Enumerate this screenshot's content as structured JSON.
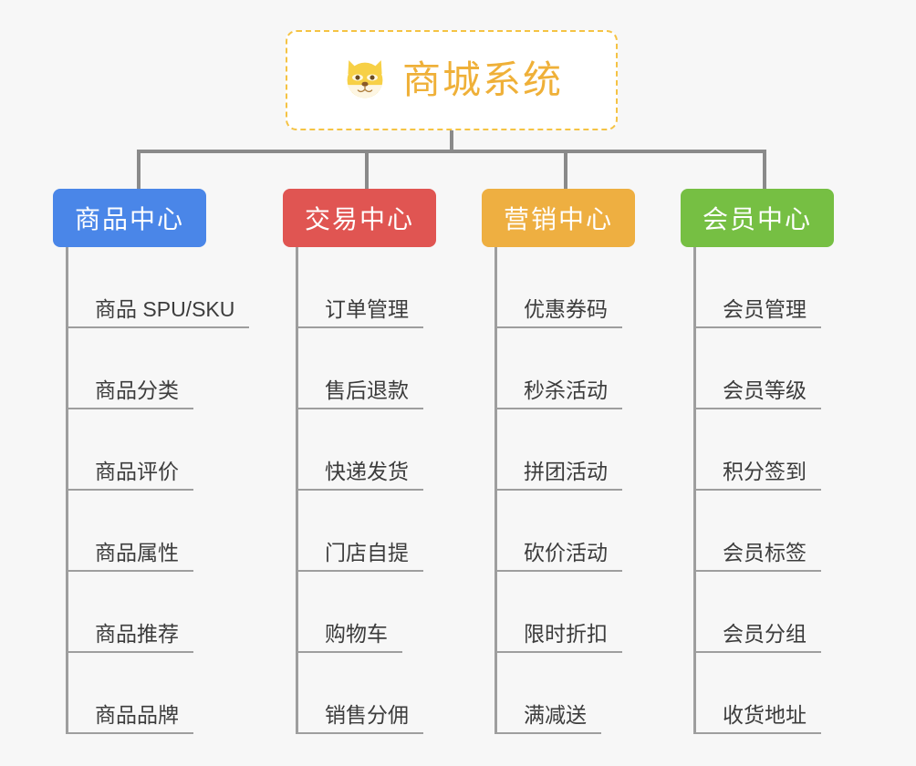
{
  "diagram": {
    "type": "mindmap-tree",
    "background_color": "#f7f7f7",
    "connector_color": "#8a8a8a",
    "leaf_line_color": "#9e9e9e",
    "leaf_text_color": "#3c3c3c"
  },
  "root": {
    "title": "商城系统",
    "icon_name": "shiba-dog-face-icon",
    "icon_glyph": "🐶",
    "title_color": "#efb038",
    "border_color": "#f5c344",
    "background_color": "#ffffff"
  },
  "categories": [
    {
      "label": "商品中心",
      "color": "#4a86e8",
      "items": [
        "商品 SPU/SKU",
        "商品分类",
        "商品评价",
        "商品属性",
        "商品推荐",
        "商品品牌"
      ]
    },
    {
      "label": "交易中心",
      "color": "#e05552",
      "items": [
        "订单管理",
        "售后退款",
        "快递发货",
        "门店自提",
        "购物车",
        "销售分佣"
      ]
    },
    {
      "label": "营销中心",
      "color": "#eeaf41",
      "items": [
        "优惠券码",
        "秒杀活动",
        "拼团活动",
        "砍价活动",
        "限时折扣",
        "满减送"
      ]
    },
    {
      "label": "会员中心",
      "color": "#76bf43",
      "items": [
        "会员管理",
        "会员等级",
        "积分签到",
        "会员标签",
        "会员分组",
        "收货地址"
      ]
    }
  ]
}
